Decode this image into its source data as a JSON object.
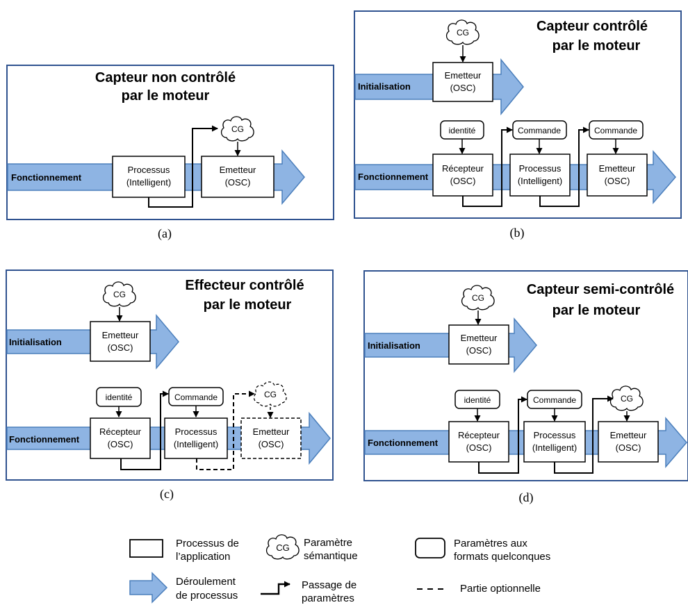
{
  "panels": [
    {
      "caption": "(a)",
      "title": [
        "Capteur non contrôlé",
        "par le moteur"
      ],
      "flows": [
        "Fonctionnement"
      ],
      "nodes": {
        "processus": [
          "Processus",
          "(Intelligent)"
        ],
        "emetteur": [
          "Emetteur",
          "(OSC)"
        ],
        "cg": "CG"
      }
    },
    {
      "caption": "(b)",
      "title": [
        "Capteur contrôlé",
        "par le moteur"
      ],
      "flows": [
        "Initialisation",
        "Fonctionnement"
      ],
      "nodes": {
        "emetteur_init": [
          "Emetteur",
          "(OSC)"
        ],
        "cg": "CG",
        "identite": "identité",
        "commande_1": "Commande",
        "commande_2": "Commande",
        "recepteur": [
          "Récepteur",
          "(OSC)"
        ],
        "processus": [
          "Processus",
          "(Intelligent)"
        ],
        "emetteur": [
          "Emetteur",
          "(OSC)"
        ]
      }
    },
    {
      "caption": "(c)",
      "title": [
        "Effecteur contrôlé",
        "par le moteur"
      ],
      "flows": [
        "Initialisation",
        "Fonctionnement"
      ],
      "nodes": {
        "emetteur_init": [
          "Emetteur",
          "(OSC)"
        ],
        "cg": "CG",
        "identite": "identité",
        "commande": "Commande",
        "cg_optional": "CG",
        "recepteur": [
          "Récepteur",
          "(OSC)"
        ],
        "processus": [
          "Processus",
          "(Intelligent)"
        ],
        "emetteur_optional": [
          "Emetteur",
          "(OSC)"
        ]
      }
    },
    {
      "caption": "(d)",
      "title": [
        "Capteur semi-contrôlé",
        "par le moteur"
      ],
      "flows": [
        "Initialisation",
        "Fonctionnement"
      ],
      "nodes": {
        "emetteur_init": [
          "Emetteur",
          "(OSC)"
        ],
        "cg": "CG",
        "identite": "identité",
        "commande": "Commande",
        "cg_2": "CG",
        "recepteur": [
          "Récepteur",
          "(OSC)"
        ],
        "processus": [
          "Processus",
          "(Intelligent)"
        ],
        "emetteur": [
          "Emetteur",
          "(OSC)"
        ]
      }
    }
  ],
  "legend": {
    "process": [
      "Processus de",
      "l’application"
    ],
    "semantic": [
      "Paramètre",
      "sémantique"
    ],
    "semantic_icon_text": "CG",
    "formats": [
      "Paramètres aux",
      "formats quelconques"
    ],
    "flow": [
      "Déroulement",
      "de processus"
    ],
    "passing": [
      "Passage de",
      "paramètres"
    ],
    "optional": "Partie optionnelle"
  },
  "colors": {
    "flow_fill": "#8EB4E3",
    "flow_stroke": "#4A7EBB",
    "frame": "#2F528F",
    "ink": "#000000"
  }
}
